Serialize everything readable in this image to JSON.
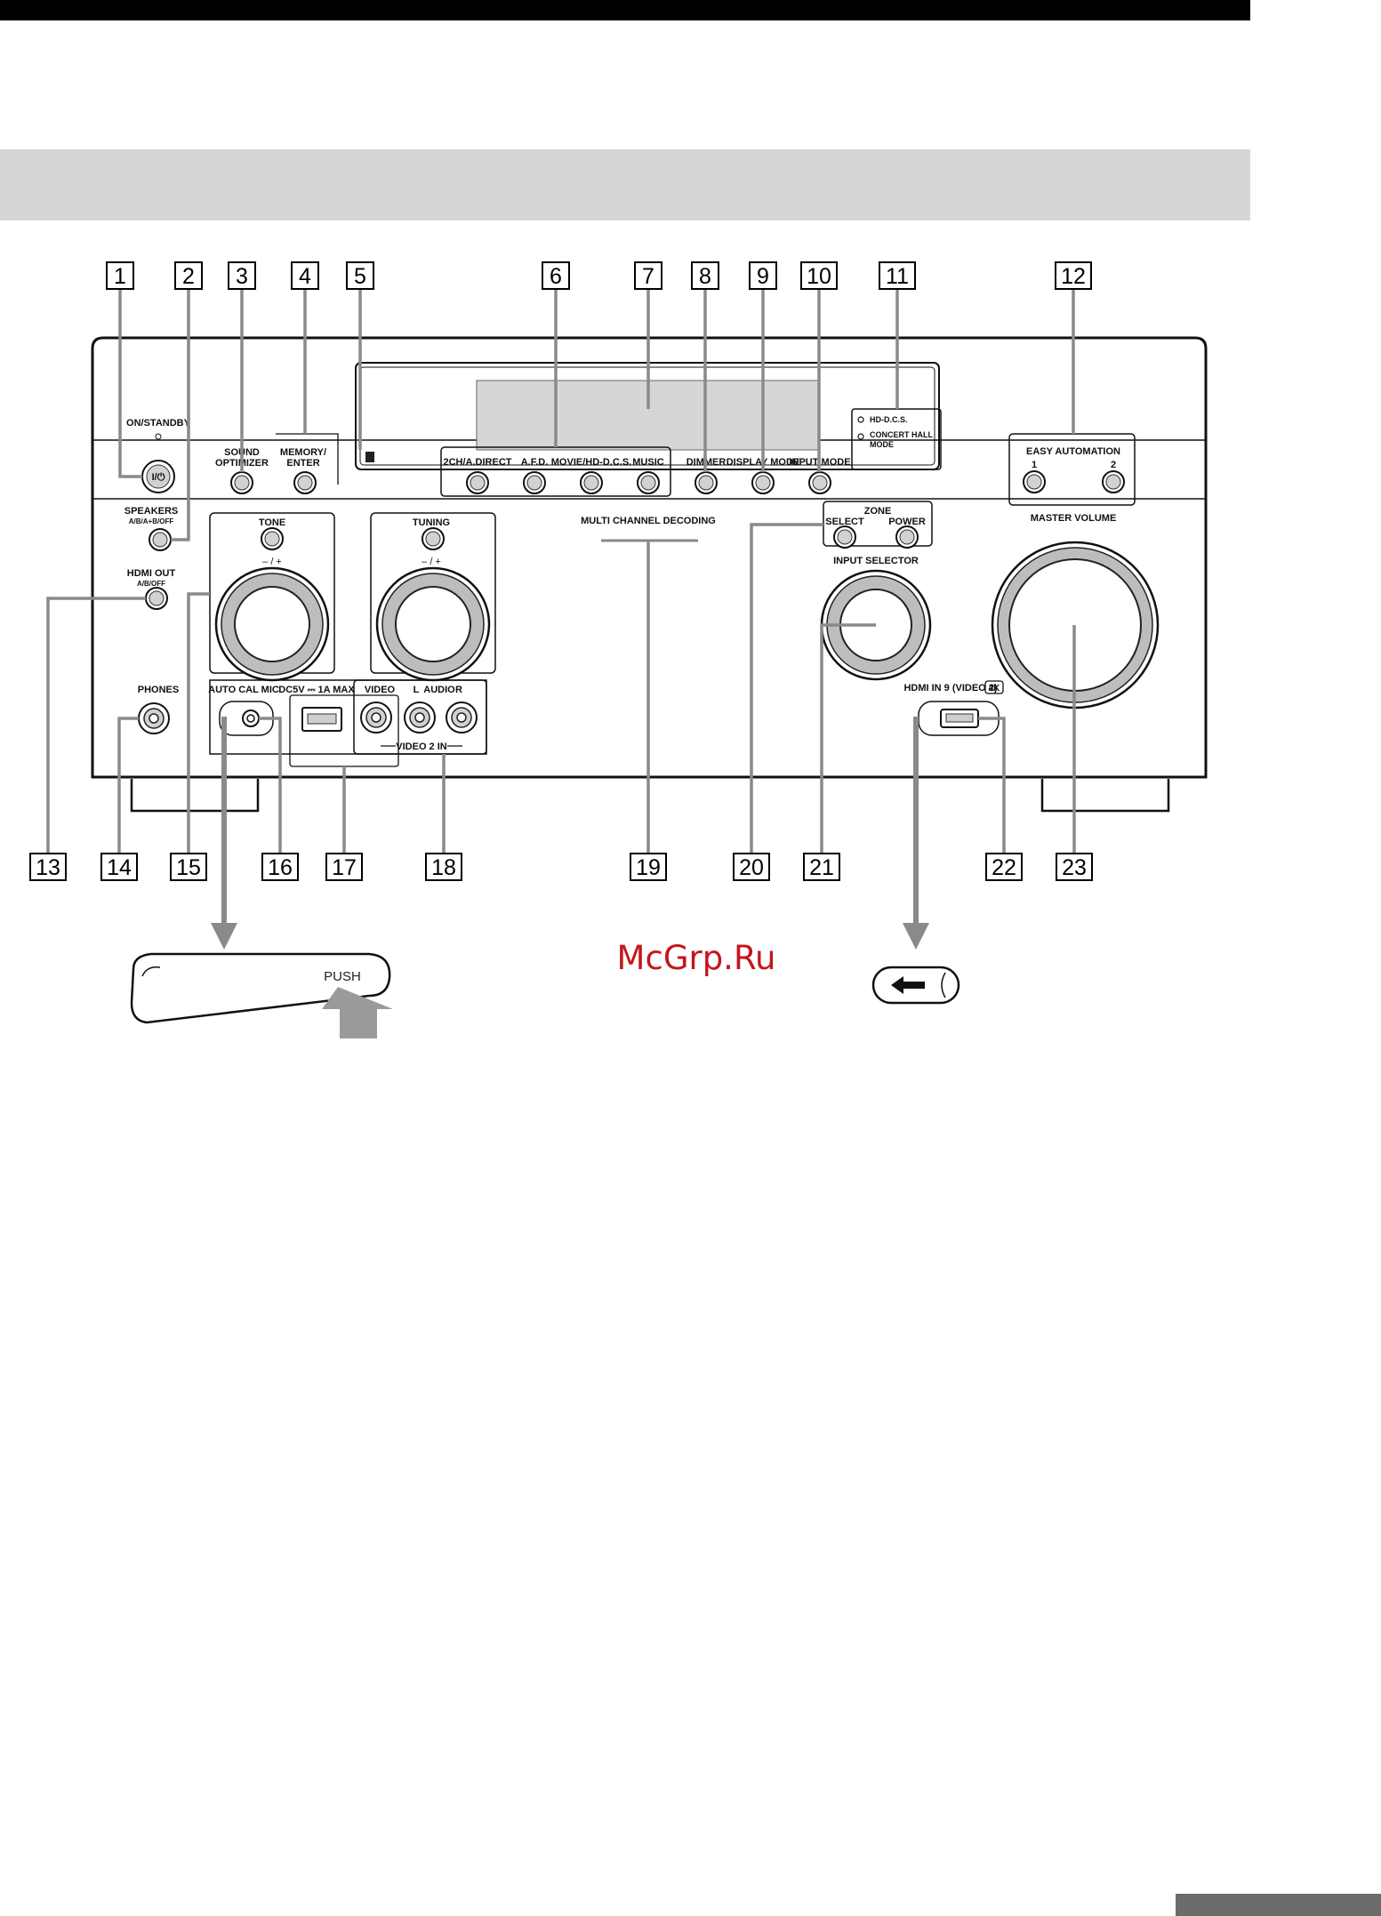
{
  "callouts": [
    "1",
    "2",
    "3",
    "4",
    "5",
    "6",
    "7",
    "8",
    "9",
    "10",
    "11",
    "12",
    "13",
    "14",
    "15",
    "16",
    "17",
    "18",
    "19",
    "20",
    "21",
    "22",
    "23"
  ],
  "panel_labels": {
    "on_standby": "ON/STANDBY",
    "power_symbol": "I/⏻",
    "speakers": "SPEAKERS",
    "speakers_sub": "A/B/A+B/OFF",
    "sound_optimizer_1": "SOUND",
    "sound_optimizer_2": "OPTIMIZER",
    "memory_enter_1": "MEMORY/",
    "memory_enter_2": "ENTER",
    "two_ch_direct": "2CH/A.DIRECT",
    "afd": "A.F.D.",
    "movie_hdcs": "MOVIE/HD-D.C.S.",
    "music": "MUSIC",
    "dimmer": "DIMMER",
    "display_mode": "DISPLAY MODE",
    "input_mode": "INPUT MODE",
    "hdcs_indicator": "HD-D.C.S.",
    "concert_hall_1": "CONCERT HALL",
    "concert_hall_2": "MODE",
    "easy_automation": "EASY AUTOMATION",
    "easy_1": "1",
    "easy_2": "2",
    "hdmi_out": "HDMI OUT",
    "hdmi_out_sub": "A/B/OFF",
    "tone": "TONE",
    "tone_pm": "– / +",
    "tuning": "TUNING",
    "tuning_pm": "– / +",
    "multi_channel": "MULTI CHANNEL DECODING",
    "zone": "ZONE",
    "zone_select": "SELECT",
    "zone_power": "POWER",
    "input_selector": "INPUT SELECTOR",
    "master_volume": "MASTER VOLUME",
    "phones": "PHONES",
    "auto_cal_mic": "AUTO CAL MIC",
    "usb_dc": "DC5V ⎓ 1A MAX",
    "video": "VIDEO",
    "audio_l": "L",
    "audio": "AUDIO",
    "audio_r": "R",
    "video2_in": "VIDEO 2 IN",
    "hdmi_in9": "HDMI IN 9 (VIDEO 2)",
    "hdmi_4k": "4K",
    "push": "PUSH"
  },
  "watermark": "McGrp.Ru",
  "colors": {
    "rule": "#000000",
    "band": "#d6d6d6",
    "leader": "#8a8a8a",
    "watermark": "#c4161c"
  }
}
